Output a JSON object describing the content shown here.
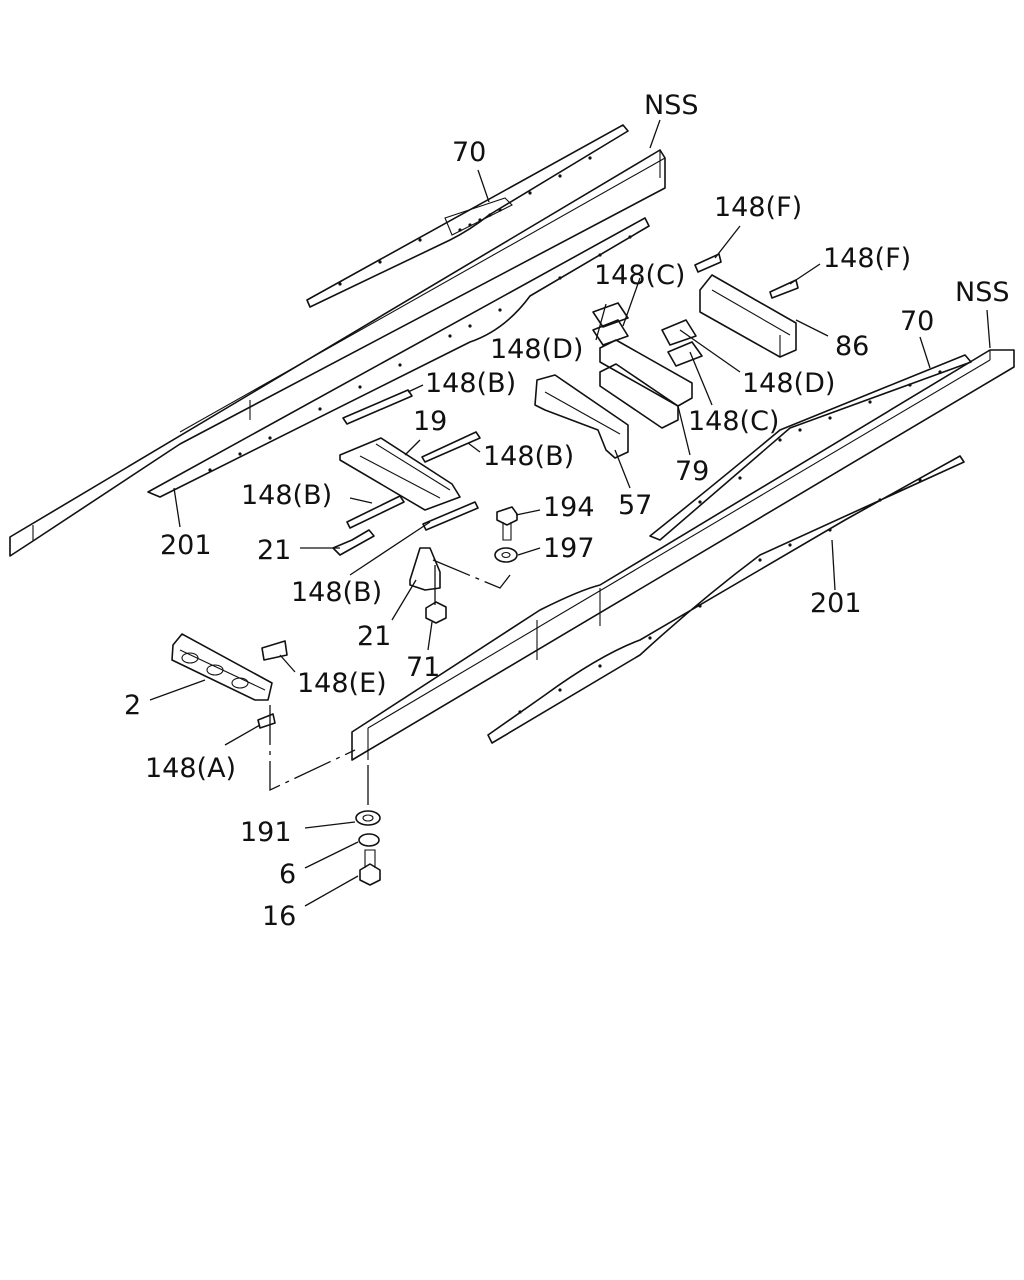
{
  "diagram": {
    "callouts": {
      "nss_top": "NSS",
      "p70_top": "70",
      "p148f_1": "148(F)",
      "p148f_2": "148(F)",
      "p148c_1": "148(C)",
      "nss_right": "NSS",
      "p70_right": "70",
      "p148d_1": "148(D)",
      "p86": "86",
      "p148d_2": "148(D)",
      "p148b_1": "148(B)",
      "p148c_2": "148(C)",
      "p19": "19",
      "p148b_2": "148(B)",
      "p79": "79",
      "p148b_3": "148(B)",
      "p194": "194",
      "p57": "57",
      "p201_left": "201",
      "p21_1": "21",
      "p197": "197",
      "p148b_4": "148(B)",
      "p201_right": "201",
      "p21_2": "21",
      "p71": "71",
      "p148e": "148(E)",
      "p2": "2",
      "p148a": "148(A)",
      "p191": "191",
      "p6": "6",
      "p16": "16"
    }
  }
}
